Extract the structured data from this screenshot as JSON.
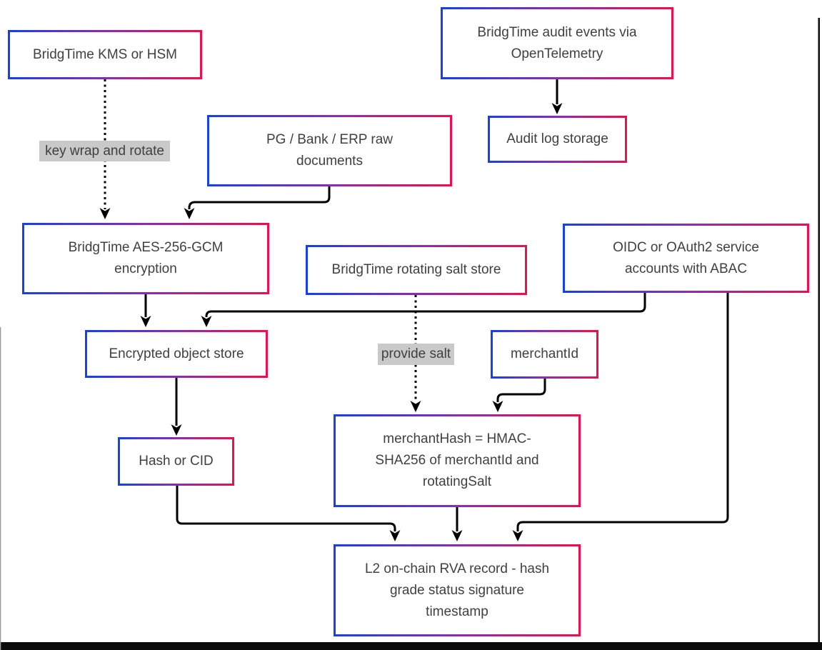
{
  "diagram": {
    "nodes": {
      "kms": {
        "label": "BridgTime KMS or HSM"
      },
      "audit_events": {
        "label": "BridgTime audit events via\nOpenTelemetry"
      },
      "audit_storage": {
        "label": "Audit log storage"
      },
      "pg_bank": {
        "label": "PG / Bank / ERP raw\ndocuments"
      },
      "aes": {
        "label": "BridgTime AES-256-GCM\nencryption"
      },
      "salt_store": {
        "label": "BridgTime rotating salt store"
      },
      "oidc": {
        "label": "OIDC or OAuth2 service\naccounts with ABAC"
      },
      "encrypted_store": {
        "label": "Encrypted object store"
      },
      "merchant_id": {
        "label": "merchantId"
      },
      "merchant_hash": {
        "label": "merchantHash = HMAC-\nSHA256 of merchantId and\nrotatingSalt"
      },
      "hash_cid": {
        "label": "Hash or CID"
      },
      "l2_record": {
        "label": "L2 on-chain RVA record - hash\ngrade status signature\ntimestamp"
      }
    },
    "edge_labels": {
      "key_wrap": "key wrap and rotate",
      "provide_salt": "provide salt"
    },
    "edges": [
      {
        "from": "kms",
        "to": "aes",
        "style": "dotted",
        "label": "key wrap and rotate"
      },
      {
        "from": "pg_bank",
        "to": "aes",
        "style": "solid"
      },
      {
        "from": "audit_events",
        "to": "audit_storage",
        "style": "solid"
      },
      {
        "from": "aes",
        "to": "encrypted_store",
        "style": "solid"
      },
      {
        "from": "oidc",
        "to": "encrypted_store",
        "style": "solid"
      },
      {
        "from": "salt_store",
        "to": "merchant_hash",
        "style": "dotted",
        "label": "provide salt"
      },
      {
        "from": "merchant_id",
        "to": "merchant_hash",
        "style": "solid"
      },
      {
        "from": "encrypted_store",
        "to": "hash_cid",
        "style": "solid"
      },
      {
        "from": "hash_cid",
        "to": "l2_record",
        "style": "solid"
      },
      {
        "from": "merchant_hash",
        "to": "l2_record",
        "style": "solid"
      },
      {
        "from": "oidc",
        "to": "l2_record",
        "style": "solid"
      }
    ],
    "colors": {
      "border_gradient_start": "#1440ee",
      "border_gradient_mid": "#8c2bb4",
      "border_gradient_end": "#f20d4b",
      "arrow": "#000000",
      "text": "#404040",
      "edge_label_bg": "#c9c9c9",
      "canvas_bg": "#ffffff"
    }
  }
}
